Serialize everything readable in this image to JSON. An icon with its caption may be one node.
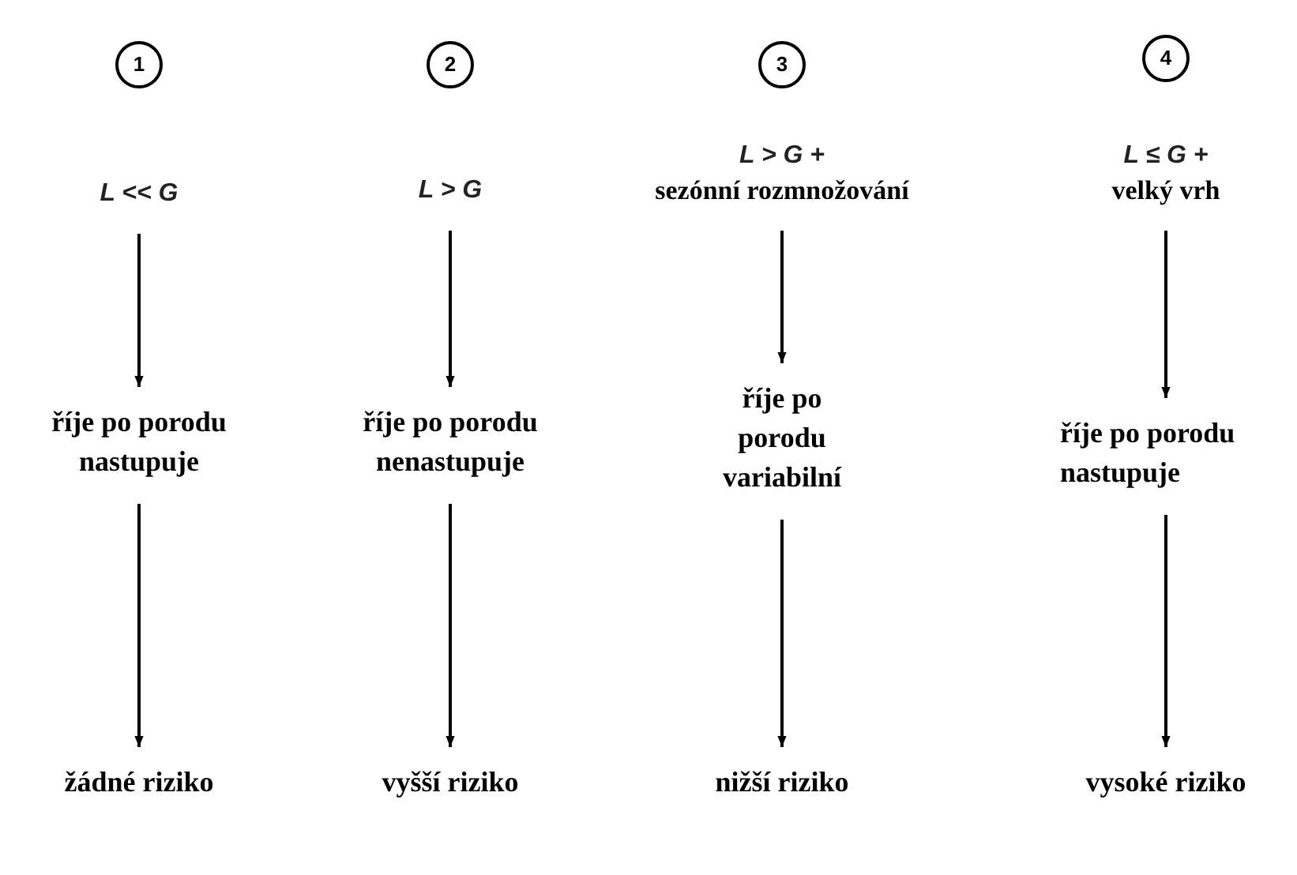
{
  "diagram": {
    "nodes": [
      {
        "text": [
          "1"
        ]
      },
      {
        "text": [
          "2"
        ]
      },
      {
        "text": [
          "3"
        ]
      },
      {
        "text": [
          "4"
        ]
      },
      {
        "text": [
          "L << G"
        ]
      },
      {
        "text": [
          "L > G"
        ]
      },
      {
        "text": [
          "L > G +",
          "sezónní rozmnožování"
        ]
      },
      {
        "text": [
          "L ≤ G +",
          "velký vrh"
        ]
      },
      {
        "text": [
          "říje po porodu nastupuje"
        ]
      },
      {
        "text": [
          "říje po porodu nenastupuje"
        ]
      },
      {
        "text": [
          "říje po porodu variabilní"
        ]
      },
      {
        "text": [
          "říje po porodu nastupuje"
        ]
      },
      {
        "text": [
          "žádné riziko"
        ]
      },
      {
        "text": [
          "vyšší riziko"
        ]
      },
      {
        "text": [
          "nižší riziko"
        ]
      },
      {
        "text": [
          "vysoké riziko"
        ]
      }
    ],
    "edges": [
      {
        "from": 4,
        "to": 8,
        "arrow": "to"
      },
      {
        "from": 5,
        "to": 9,
        "arrow": "to"
      },
      {
        "from": 6,
        "to": 10,
        "arrow": "to"
      },
      {
        "from": 7,
        "to": 11,
        "arrow": "to"
      },
      {
        "from": 8,
        "to": 12,
        "arrow": "to"
      },
      {
        "from": 9,
        "to": 13,
        "arrow": "to"
      },
      {
        "from": 10,
        "to": 14,
        "arrow": "to"
      },
      {
        "from": 11,
        "to": 15,
        "arrow": "to"
      }
    ]
  }
}
